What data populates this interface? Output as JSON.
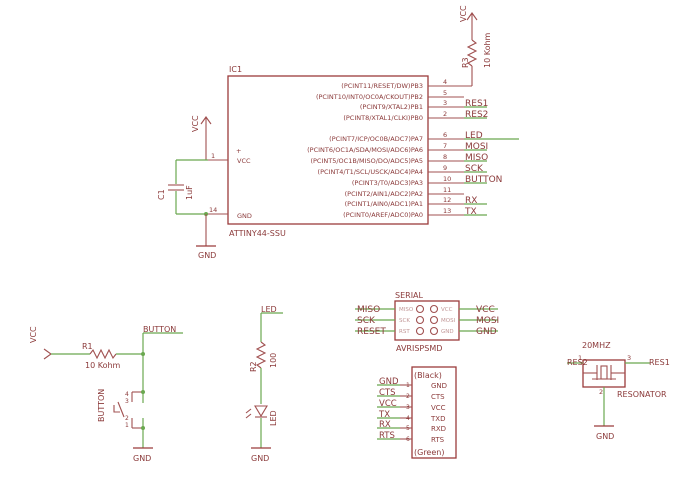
{
  "ic": {
    "name": "IC1",
    "part": "ATTINY44-SSU",
    "vcc_pin": "1",
    "vcc_label": "VCC",
    "vcc_plus": "+",
    "gnd_pin": "14",
    "gnd_label": "GND",
    "right_pins": [
      {
        "num": "4",
        "func": "(PCINT11/RESET/DW)PB3",
        "net": ""
      },
      {
        "num": "5",
        "func": "(PCINT10/INT0/OC0A/CKOUT)PB2",
        "net": ""
      },
      {
        "num": "3",
        "func": "(PCINT9/XTAL2)PB1",
        "net": "RES1"
      },
      {
        "num": "2",
        "func": "(PCINT8/XTAL1/CLKI)PB0",
        "net": "RES2"
      },
      {
        "num": "6",
        "func": "(PCINT7/ICP/OC0B/ADC7)PA7",
        "net": "LED"
      },
      {
        "num": "7",
        "func": "(PCINT6/OC1A/SDA/MOSI/ADC6)PA6",
        "net": "MOSI"
      },
      {
        "num": "8",
        "func": "(PCINT5/OC1B/MISO/DO/ADC5)PA5",
        "net": "MISO"
      },
      {
        "num": "9",
        "func": "(PCINT4/T1/SCL/USCK/ADC4)PA4",
        "net": "SCK"
      },
      {
        "num": "10",
        "func": "(PCINT3/T0/ADC3)PA3",
        "net": "BUTTON"
      },
      {
        "num": "11",
        "func": "(PCINT2/AIN1/ADC2)PA2",
        "net": ""
      },
      {
        "num": "12",
        "func": "(PCINT1/AIN0/ADC1)PA1",
        "net": "RX"
      },
      {
        "num": "13",
        "func": "(PCINT0/AREF/ADC0)PA0",
        "net": "TX"
      }
    ]
  },
  "r3": {
    "name": "R3",
    "value": "10 Kohm",
    "supply": "VCC"
  },
  "c1": {
    "name": "C1",
    "value": "1uF",
    "supply": "VCC",
    "ground": "GND"
  },
  "ic_ground": "GND",
  "button_circuit": {
    "supply": "VCC",
    "r_name": "R1",
    "r_value": "10 Kohm",
    "net": "BUTTON",
    "switch_name": "BUTTON",
    "pins": [
      "4",
      "3",
      "2",
      "1"
    ],
    "ground": "GND"
  },
  "led_circuit": {
    "net": "LED",
    "r_name": "R2",
    "r_value": "100",
    "led_name": "LED",
    "ground": "GND"
  },
  "isp": {
    "title": "SERIAL",
    "part": "AVRISPSMD",
    "left_pins": [
      "MISO",
      "SCK",
      "RST"
    ],
    "right_pins": [
      "VCC",
      "MOSI",
      "GND"
    ],
    "left_nets": [
      "MISO",
      "SCK",
      "RESET"
    ],
    "right_nets": [
      "VCC",
      "MOSI",
      "GND"
    ]
  },
  "ftdi": {
    "top_label": "(Black)",
    "bottom_label": "(Green)",
    "pin_numbers": [
      "1",
      "2",
      "3",
      "4",
      "5",
      "6"
    ],
    "pin_names": [
      "GND",
      "CTS",
      "VCC",
      "TXD",
      "RXD",
      "RTS"
    ],
    "nets": [
      "GND",
      "CTS",
      "VCC",
      "TX",
      "RX",
      "RTS"
    ]
  },
  "resonator": {
    "value": "20MHZ",
    "name": "RESONATOR",
    "pins": [
      "1",
      "3",
      "2"
    ],
    "left_net": "RES2",
    "right_net": "RES1",
    "ground": "GND"
  }
}
